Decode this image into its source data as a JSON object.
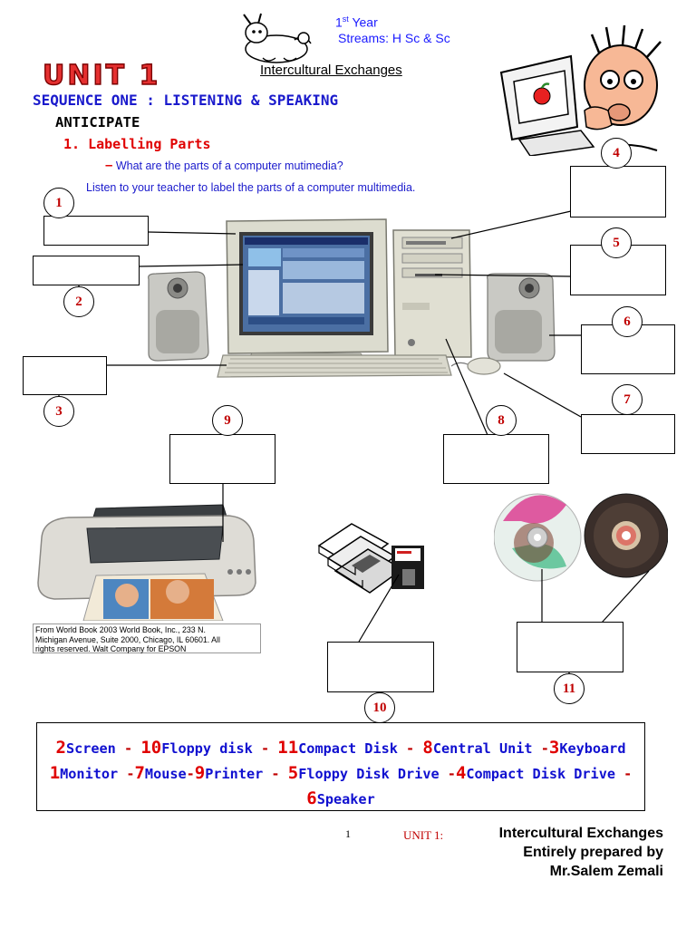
{
  "header": {
    "year_num": "1",
    "year_sup": "st",
    "year_word": " Year",
    "streams": "Streams: H Sc & Sc",
    "unit_badge": "UNIT 1",
    "unit_title": "Intercultural Exchanges"
  },
  "section": {
    "sequence": "SEQUENCE ONE : LISTENING & SPEAKING",
    "anticipate": "ANTICIPATE",
    "task_num": "1.",
    "task_title": "Labelling Parts",
    "dash": "–",
    "question": "What are the parts of a computer mutimedia?",
    "instruction": "Listen to your teacher to label the parts of a computer multimedia."
  },
  "labels": [
    "1",
    "2",
    "3",
    "4",
    "5",
    "6",
    "7",
    "8",
    "9",
    "10",
    "11"
  ],
  "caption": {
    "line1": "From World Book  2003 World Book, Inc., 233 N.",
    "line2": "Michigan Avenue, Suite 2000, Chicago, IL 60601.  All",
    "line3": "rights reserved.  Walt  Company for EPSON"
  },
  "word_bank": [
    {
      "num": "2",
      "text": "Screen"
    },
    {
      "num": "10",
      "text": "Floppy disk"
    },
    {
      "num": "11",
      "text": "Compact Disk"
    },
    {
      "num": "8",
      "text": "Central Unit"
    },
    {
      "num": "3",
      "text": "Keyboard"
    },
    {
      "num": "1",
      "text": "Monitor"
    },
    {
      "num": "7",
      "text": "Mouse"
    },
    {
      "num": "9",
      "text": "Printer"
    },
    {
      "num": "5",
      "text": "Floppy Disk Drive"
    },
    {
      "num": "4",
      "text": "Compact Disk Drive"
    },
    {
      "num": "6",
      "text": "Speaker"
    }
  ],
  "footer": {
    "page": "1",
    "unit": "UNIT 1:",
    "title": "Intercultural Exchanges",
    "prepared": "Entirely prepared by",
    "author": "Mr.Salem Zemali"
  },
  "colors": {
    "accent_blue": "#1010d0",
    "accent_red": "#c00000",
    "number_red": "#e00000"
  }
}
